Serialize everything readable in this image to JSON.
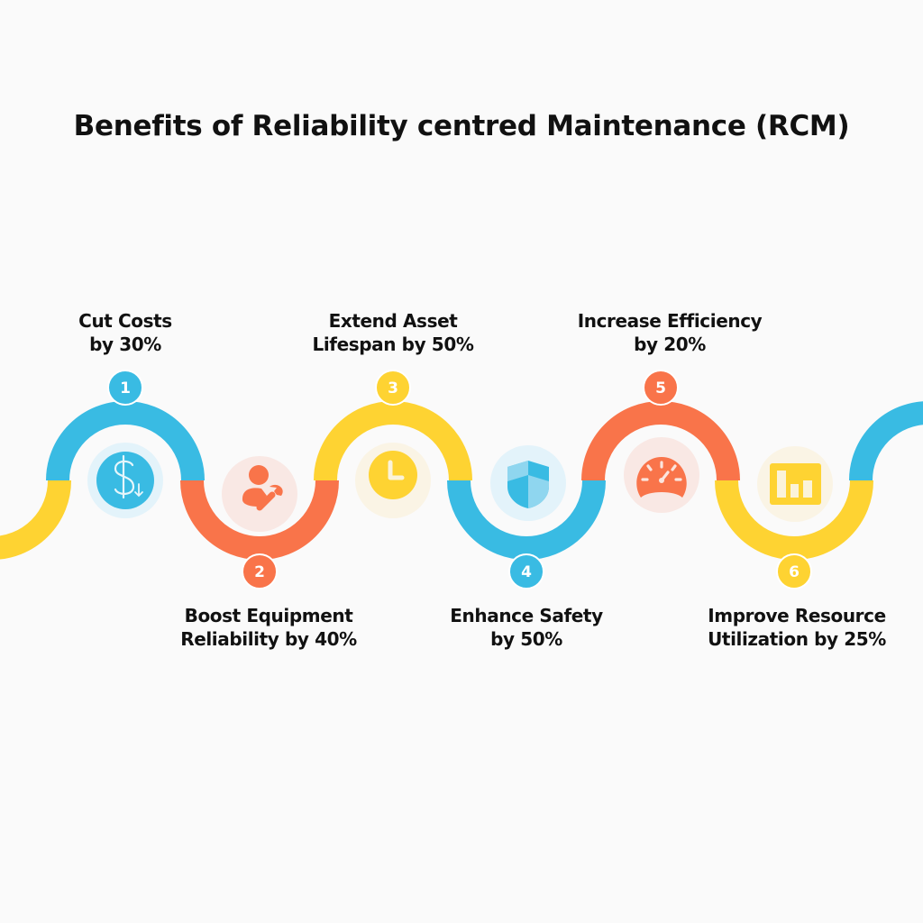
{
  "title": "Benefits of Reliability centred Maintenance (RCM)",
  "colors": {
    "blue": "#39bbe3",
    "orange": "#f9744a",
    "yellow": "#fed332",
    "background": "#fafafa"
  },
  "steps": [
    {
      "number": "1",
      "line1": "Cut Costs",
      "line2": "by 30%",
      "icon": "dollar-down-icon",
      "color": "#39bbe3",
      "position": "top"
    },
    {
      "number": "2",
      "line1": "Boost Equipment",
      "line2": "Reliability by 40%",
      "icon": "user-wrench-icon",
      "color": "#f9744a",
      "position": "bottom"
    },
    {
      "number": "3",
      "line1": "Extend Asset",
      "line2": "Lifespan by 50%",
      "icon": "clock-icon",
      "color": "#fed332",
      "position": "top"
    },
    {
      "number": "4",
      "line1": "Enhance Safety",
      "line2": "by 50%",
      "icon": "shield-icon",
      "color": "#39bbe3",
      "position": "bottom"
    },
    {
      "number": "5",
      "line1": "Increase Efficiency",
      "line2": "by 20%",
      "icon": "speedometer-icon",
      "color": "#f9744a",
      "position": "top"
    },
    {
      "number": "6",
      "line1": "Improve Resource",
      "line2": "Utilization by 25%",
      "icon": "bar-chart-icon",
      "color": "#fed332",
      "position": "bottom"
    }
  ]
}
